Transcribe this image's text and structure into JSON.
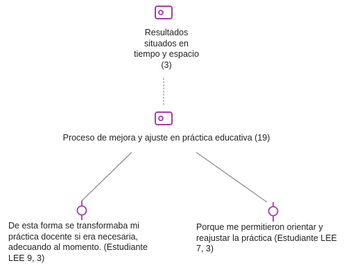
{
  "colors": {
    "accent": "#A23DAF",
    "edge": "#8C8C8C",
    "text": "#222222"
  },
  "nodes": {
    "top": {
      "icon": "code-icon",
      "lines": [
        "Resultados",
        "situados en",
        "tiempo y espacio",
        "(3)"
      ]
    },
    "middle": {
      "icon": "code-icon",
      "lines": [
        "Proceso de mejora y ajuste en práctica educativa (19)"
      ]
    },
    "left_quote": {
      "icon": "quotation-icon",
      "lines": [
        "De esta forma se transformaba mi",
        "práctica docente si era necesaria,",
        "adecuando al momento. (Estudiante",
        "LEE 9, 3)"
      ]
    },
    "right_quote": {
      "icon": "quotation-icon",
      "lines": [
        "Porque me permitieron orientar y",
        "reajustar la práctica (Estudiante LEE",
        "7, 3)"
      ]
    }
  }
}
